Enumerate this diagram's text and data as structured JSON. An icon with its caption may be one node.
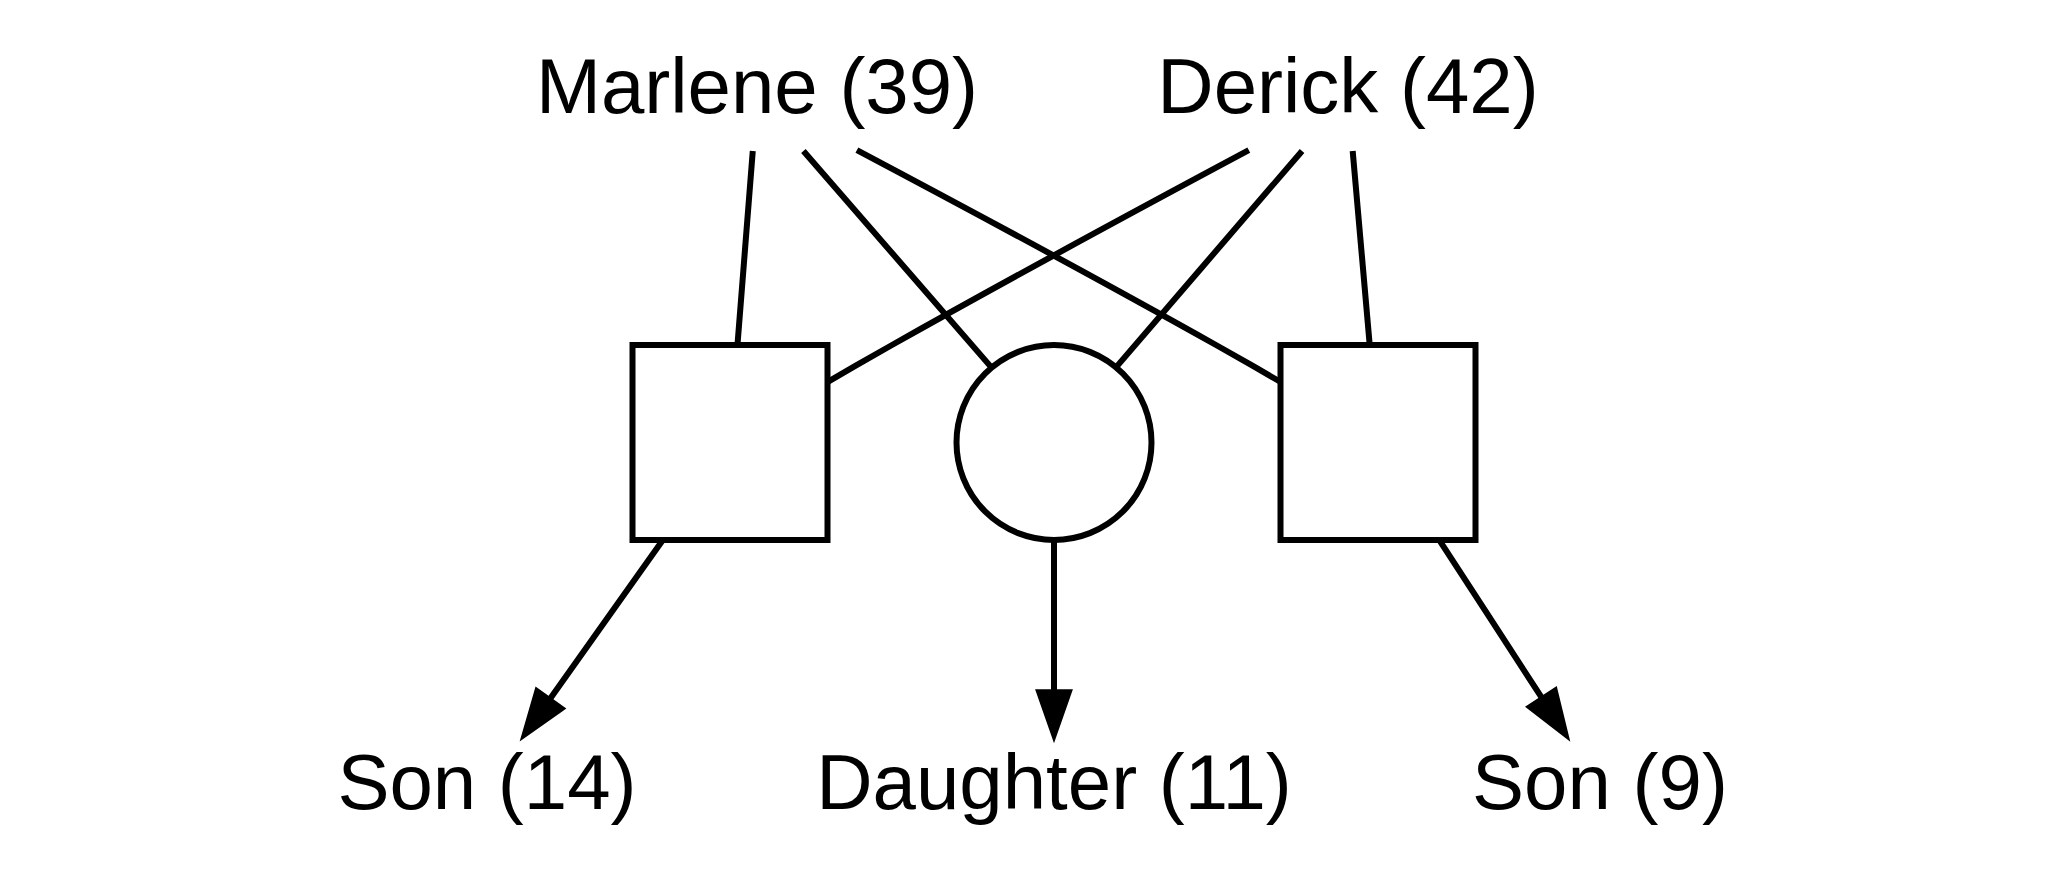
{
  "diagram": {
    "nodes": [
      {
        "text": [
          "Marlene (39)"
        ]
      },
      {
        "text": [
          "Derick (42)"
        ]
      },
      {
        "text": [],
        "shape": "box"
      },
      {
        "text": [],
        "shape": "circle"
      },
      {
        "text": [],
        "shape": "box"
      },
      {
        "text": [
          "Son (14)"
        ]
      },
      {
        "text": [
          "Daughter (11)"
        ]
      },
      {
        "text": [
          "Son (9)"
        ]
      }
    ],
    "edges": [
      {
        "from": 0,
        "to": 2,
        "arrow": "none"
      },
      {
        "from": 0,
        "to": 3,
        "arrow": "none"
      },
      {
        "from": 0,
        "to": 4,
        "arrow": "none"
      },
      {
        "from": 1,
        "to": 2,
        "arrow": "none"
      },
      {
        "from": 1,
        "to": 3,
        "arrow": "none"
      },
      {
        "from": 1,
        "to": 4,
        "arrow": "none"
      },
      {
        "from": 2,
        "to": 5,
        "arrow": "to"
      },
      {
        "from": 3,
        "to": 6,
        "arrow": "to"
      },
      {
        "from": 4,
        "to": 7,
        "arrow": "to"
      }
    ]
  }
}
